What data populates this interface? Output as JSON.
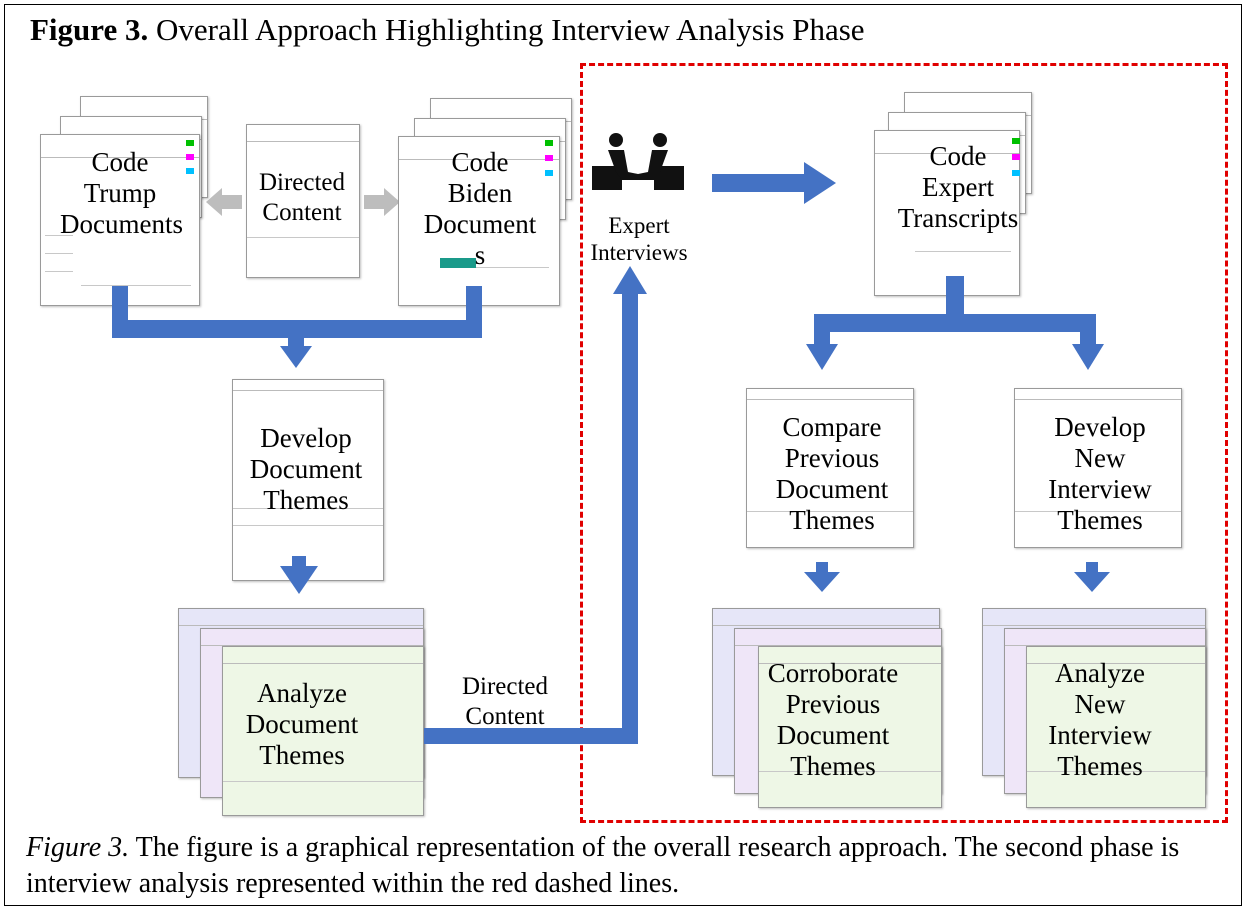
{
  "title": {
    "bold": "Figure 3.",
    "rest": "  Overall Approach Highlighting Interview Analysis Phase"
  },
  "nodes": {
    "code_trump": "Code\nTrump\nDocuments",
    "directed_content_top": "Directed\nContent",
    "code_biden": "Code\nBiden\nDocument\ns",
    "expert_interviews": "Expert\nInterviews",
    "code_expert": "Code\nExpert\nTranscripts",
    "develop_doc_themes": "Develop\nDocument\nThemes",
    "analyze_doc_themes": "Analyze\nDocument\nThemes",
    "directed_content_bottom": "Directed\nContent",
    "compare_prev": "Compare\nPrevious\nDocument\nThemes",
    "develop_new": "Develop\nNew\nInterview\nThemes",
    "corroborate": "Corroborate\nPrevious\nDocument\nThemes",
    "analyze_new": "Analyze\nNew\nInterview\nThemes"
  },
  "caption": {
    "italic": "Figure 3.",
    "rest": "  The figure is a graphical representation of the overall research approach.  The second phase is interview analysis represented within the red dashed lines."
  },
  "colors": {
    "arrow": "#4472c4",
    "dashed_box": "#e00000",
    "gray_arrow": "#bdbdbd"
  }
}
